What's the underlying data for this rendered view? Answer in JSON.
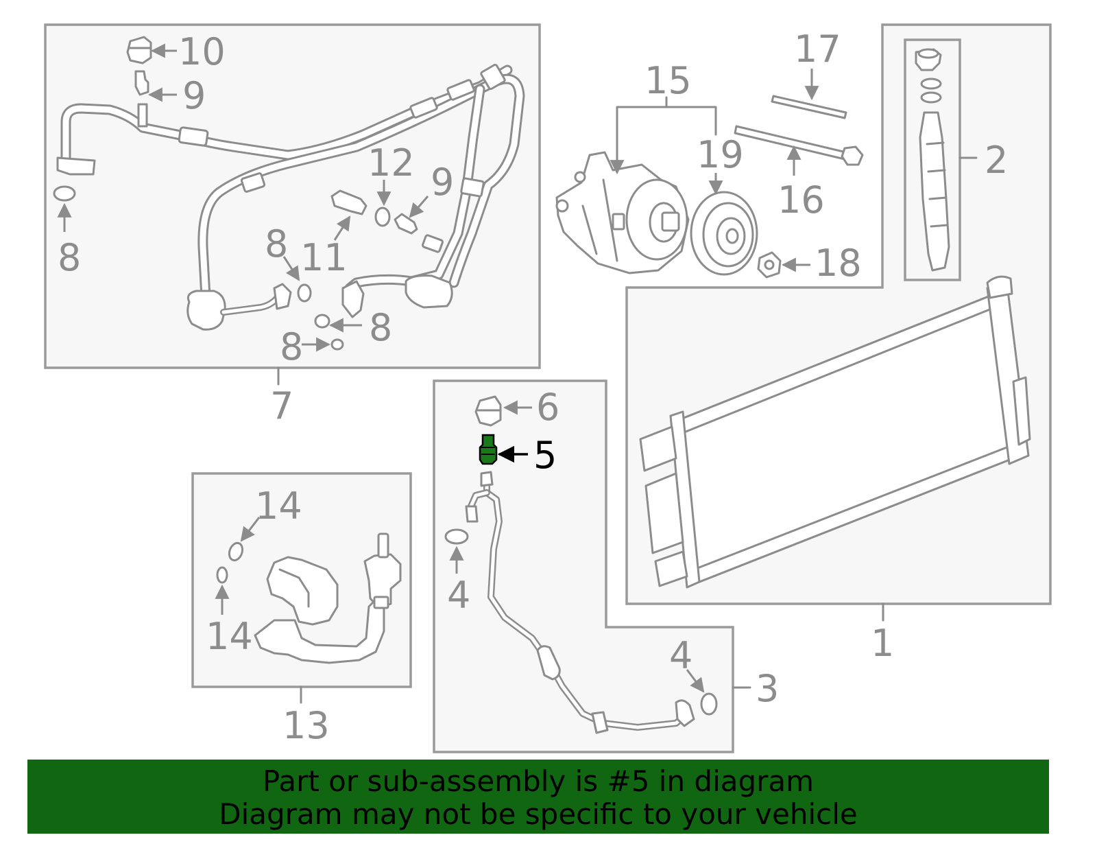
{
  "callouts": {
    "c1": "1",
    "c2": "2",
    "c3": "3",
    "c4a": "4",
    "c4b": "4",
    "c5": "5",
    "c6": "6",
    "c7": "7",
    "c8a": "8",
    "c8b": "8",
    "c8c": "8",
    "c8d": "8",
    "c9a": "9",
    "c9b": "9",
    "c10": "10",
    "c11": "11",
    "c12": "12",
    "c13": "13",
    "c14a": "14",
    "c14b": "14",
    "c15": "15",
    "c16": "16",
    "c17": "17",
    "c18": "18",
    "c19": "19"
  },
  "highlight": {
    "part_number": "5",
    "color": "#1a7a1a"
  },
  "banner": {
    "line1": "Part or sub-assembly is #5 in diagram",
    "line2": "Diagram may not be specific to your vehicle",
    "background": "#116611"
  },
  "colors": {
    "diagram_gray": "#8c8c8c",
    "box_fill": "#f7f7f7"
  }
}
